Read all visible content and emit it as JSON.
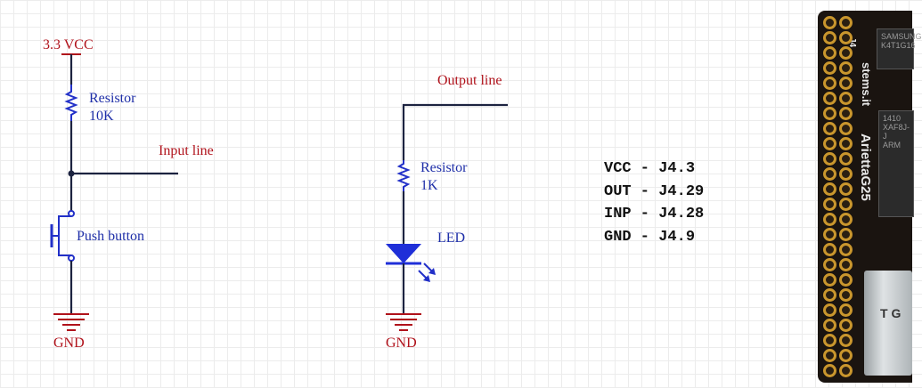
{
  "schematic_left": {
    "vcc_label": "3.3 VCC",
    "resistor_name": "Resistor",
    "resistor_value": "10K",
    "input_label": "Input line",
    "button_label": "Push button",
    "gnd_label": "GND"
  },
  "schematic_right": {
    "output_label": "Output line",
    "resistor_name": "Resistor",
    "resistor_value": "1K",
    "led_label": "LED",
    "gnd_label": "GND"
  },
  "pin_map": [
    {
      "line": "VCC - J4.3"
    },
    {
      "line": "OUT - J4.29"
    },
    {
      "line": "INP - J4.28"
    },
    {
      "line": "GND - J4.9"
    }
  ],
  "board": {
    "silk_brand": "AriettaG25",
    "silk_site": "stems.it",
    "connector_tag": "J4",
    "chip1_text": [
      "SAMSUNG",
      "K4T1G16"
    ],
    "chip2_text": [
      "1410",
      "XAF8J-J",
      "ARM"
    ],
    "sd_text": "T G"
  },
  "colors": {
    "label_red": "#b0121b",
    "label_blue": "#1f2fa8",
    "wire": "#1c2340",
    "component_blue": "#2230c8",
    "pcb": "#1a1410",
    "pad_gold": "#c9962d"
  }
}
